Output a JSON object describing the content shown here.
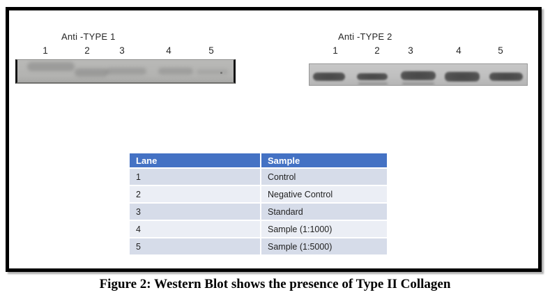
{
  "figure": {
    "caption": "Figure 2: Western Blot shows the presence of Type II Collagen",
    "panels": [
      {
        "title": "Anti -TYPE 1",
        "lanes": [
          "1",
          "2",
          "3",
          "4",
          "5"
        ]
      },
      {
        "title": "Anti -TYPE 2",
        "lanes": [
          "1",
          "2",
          "3",
          "4",
          "5"
        ]
      }
    ],
    "table": {
      "headers": [
        "Lane",
        "Sample"
      ],
      "rows": [
        [
          "1",
          "Control"
        ],
        [
          "2",
          "Negative Control"
        ],
        [
          "3",
          "Standard"
        ],
        [
          "4",
          "Sample (1:1000)"
        ],
        [
          "5",
          "Sample (1:5000)"
        ]
      ]
    },
    "colors": {
      "table_header_bg": "#4472C4",
      "table_row_odd": "#D6DCE9",
      "table_row_even": "#EBEEF5",
      "strip_left_bg": "#b7b7b5",
      "strip_right_bg": "#c3c3c3",
      "band_dark": "#4e4e4e",
      "border": "#000000"
    }
  }
}
